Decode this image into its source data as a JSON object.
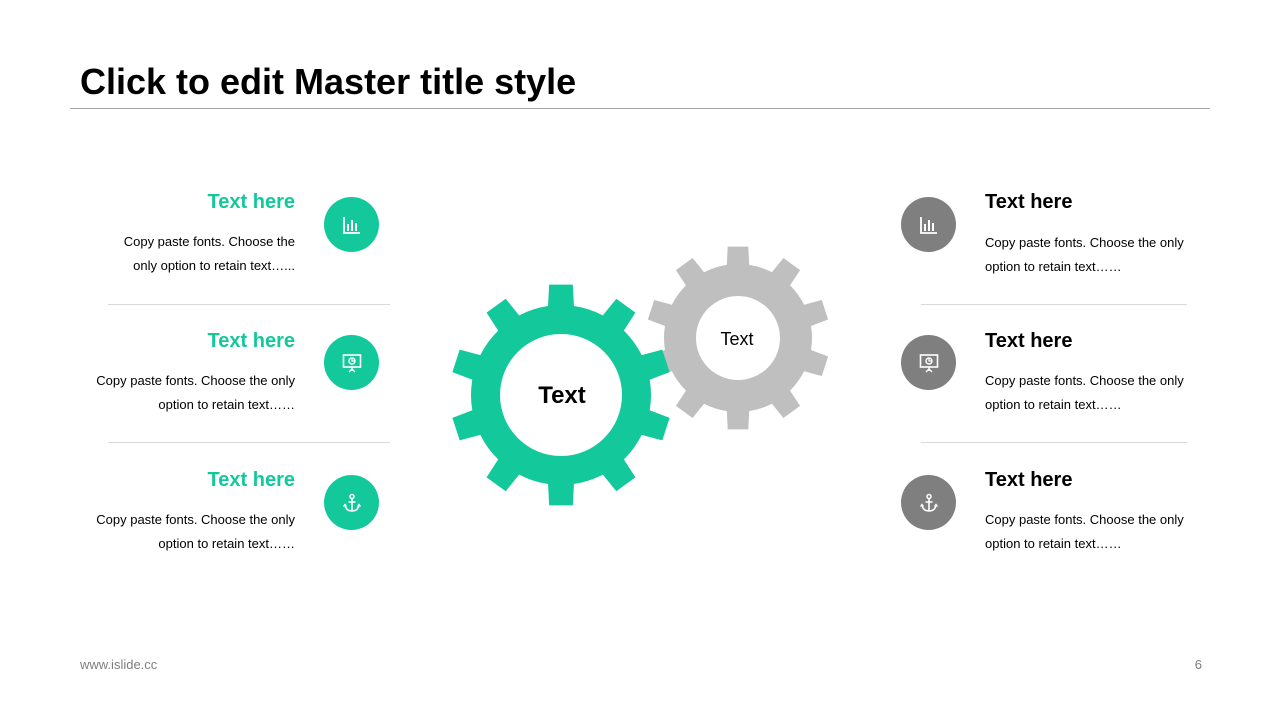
{
  "slide": {
    "title": "Click to edit Master title style",
    "footer_url": "www.islide.cc",
    "page_number": "6"
  },
  "colors": {
    "accent": "#13c99b",
    "gray_gear": "#bfbfbf",
    "gray_circle": "#7f7f7f"
  },
  "gears": {
    "main_label": "Text",
    "secondary_label": "Text"
  },
  "left_items": [
    {
      "heading": "Text here",
      "body_line1": "Copy paste fonts. Choose the",
      "body_line2": "only option to retain text…...",
      "icon": "bar-chart-icon"
    },
    {
      "heading": "Text here",
      "body_line1": "Copy paste fonts. Choose the only",
      "body_line2": "option to retain text……",
      "icon": "presentation-board-icon"
    },
    {
      "heading": "Text here",
      "body_line1": "Copy paste fonts. Choose the only",
      "body_line2": "option to retain text……",
      "icon": "anchor-icon"
    }
  ],
  "right_items": [
    {
      "heading": "Text here",
      "body_line1": "Copy paste fonts. Choose the only",
      "body_line2": "option to retain text……",
      "icon": "bar-chart-icon"
    },
    {
      "heading": "Text here",
      "body_line1": "Copy paste fonts. Choose the only",
      "body_line2": "option to retain text……",
      "icon": "presentation-board-icon"
    },
    {
      "heading": "Text here",
      "body_line1": "Copy paste fonts. Choose the only",
      "body_line2": "option to retain text……",
      "icon": "anchor-icon"
    }
  ]
}
